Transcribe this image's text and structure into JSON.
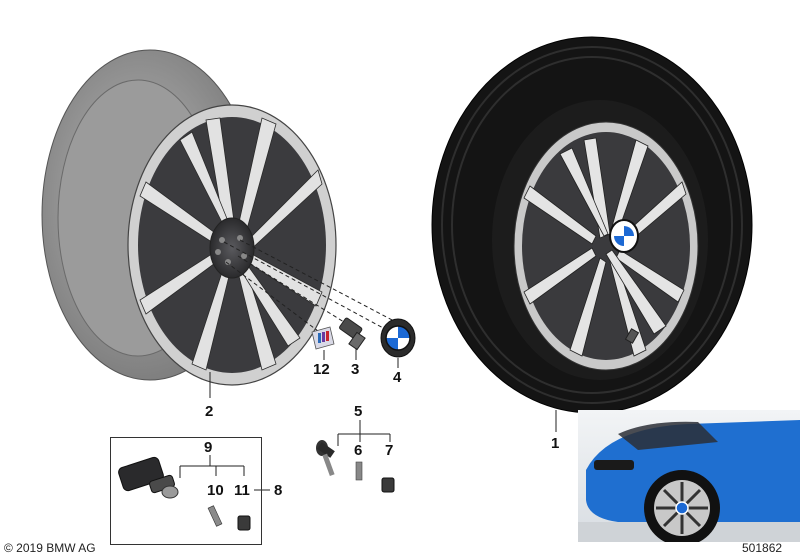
{
  "callouts": {
    "c1": "1",
    "c2": "2",
    "c3": "3",
    "c4": "4",
    "c5": "5",
    "c6": "6",
    "c7": "7",
    "c8": "8",
    "c9": "9",
    "c10": "10",
    "c11": "11",
    "c12": "12"
  },
  "footer": {
    "copyright": "© 2019 BMW AG",
    "diagram_number": "501862"
  },
  "colors": {
    "rim_gray": "#8e8e8e",
    "spoke_dark": "#3d3d40",
    "spoke_machined": "#dcdcdc",
    "tire_black": "#111111",
    "car_blue": "#1f6fd0"
  }
}
